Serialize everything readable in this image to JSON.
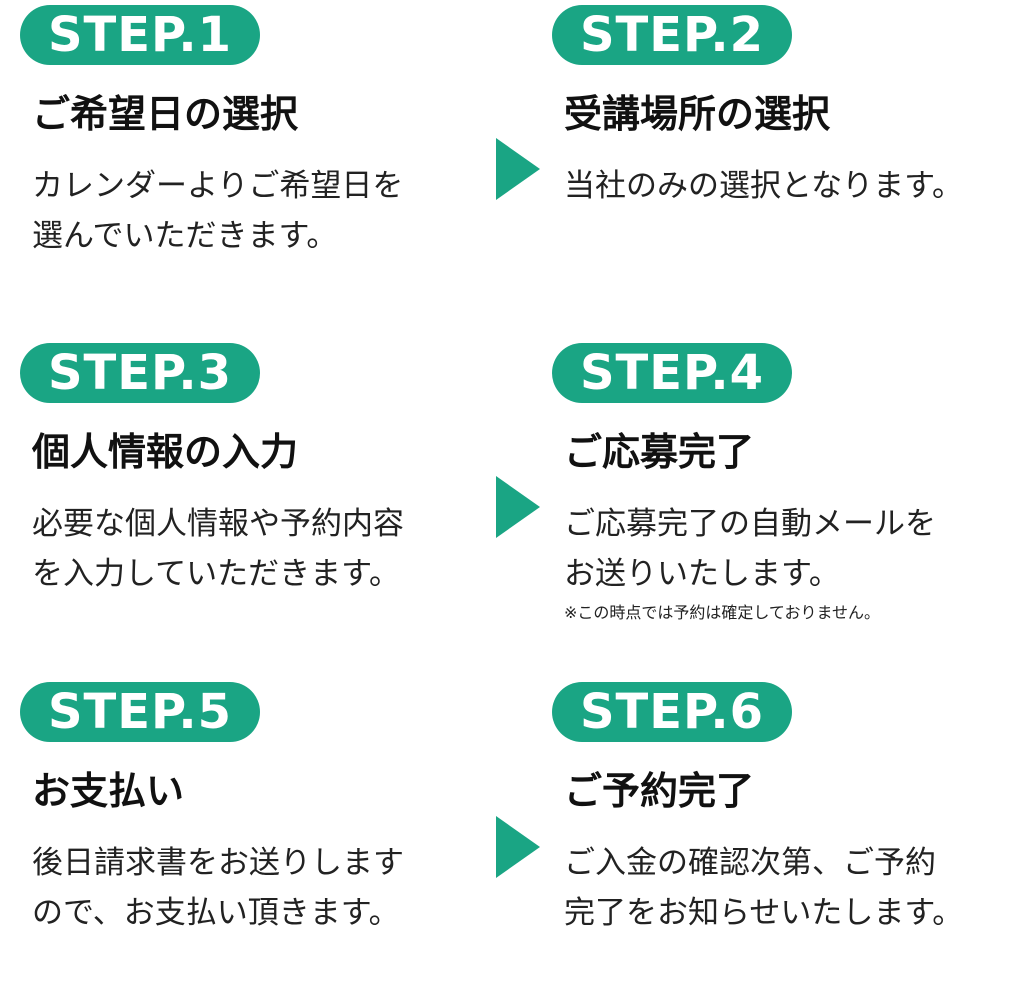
{
  "accent_color": "#1aa584",
  "steps": [
    {
      "badge": "STEP.1",
      "title": "ご希望日の選択",
      "lines": [
        "カレンダーよりご希望日を",
        "選んでいただきます。"
      ]
    },
    {
      "badge": "STEP.2",
      "title": "受講場所の選択",
      "lines": [
        "当社のみの選択となります。"
      ]
    },
    {
      "badge": "STEP.3",
      "title": "個人情報の入力",
      "lines": [
        "必要な個人情報や予約内容",
        "を入力していただきます。"
      ]
    },
    {
      "badge": "STEP.4",
      "title": "ご応募完了",
      "lines": [
        "ご応募完了の自動メールを",
        "お送りいたします。"
      ],
      "note": "※この時点では予約は確定しておりません。"
    },
    {
      "badge": "STEP.5",
      "title": "お支払い",
      "lines": [
        "後日請求書をお送りします",
        "ので、お支払い頂きます。"
      ]
    },
    {
      "badge": "STEP.6",
      "title": "ご予約完了",
      "lines": [
        "ご入金の確認次第、ご予約",
        "完了をお知らせいたします。"
      ]
    }
  ],
  "arrow_icon": "triangle-right-icon"
}
